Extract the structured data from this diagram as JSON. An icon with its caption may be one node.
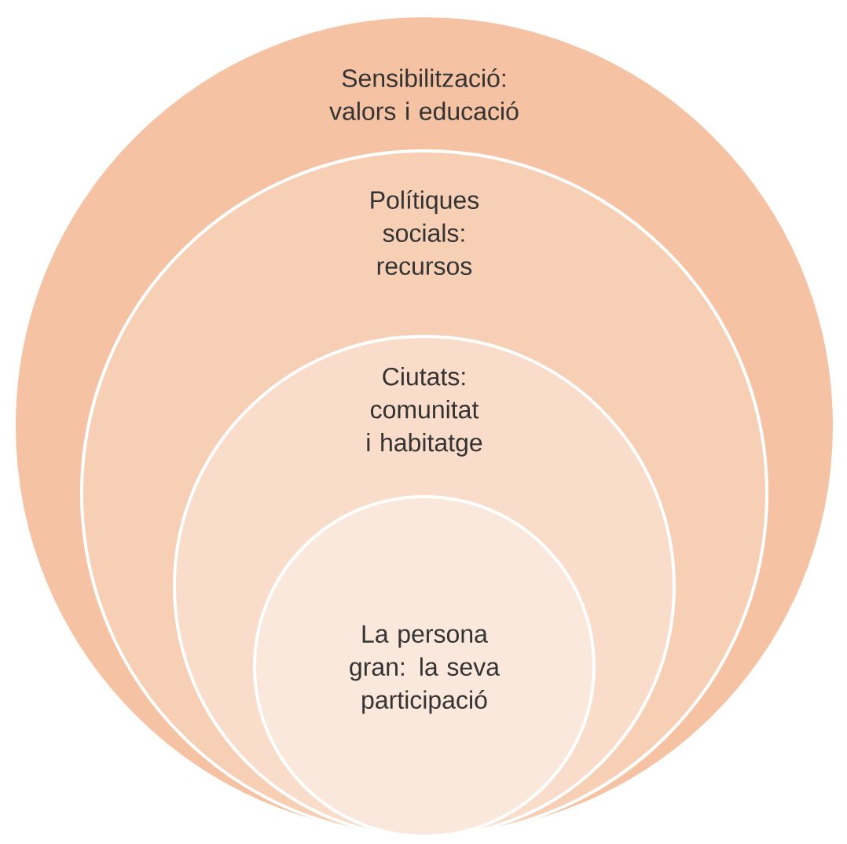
{
  "diagram": {
    "nodes": [
      {
        "text": [
          "Sensibilització: valors i educació"
        ]
      },
      {
        "text": [
          "Polítiques socials: recursos"
        ],
        "in": 0
      },
      {
        "text": [
          "Ciutats: comunitat i habitatge"
        ],
        "in": 1
      },
      {
        "text": [
          "La persona gran: la seva participació"
        ],
        "in": 2
      }
    ]
  }
}
